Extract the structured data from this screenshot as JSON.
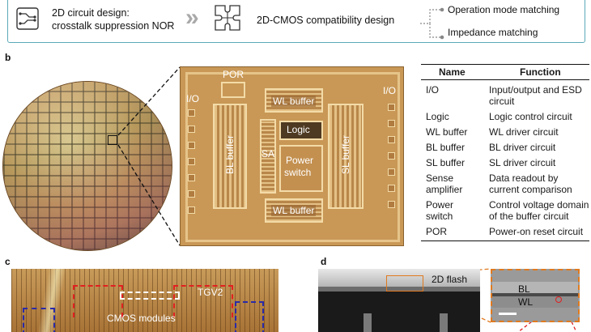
{
  "banner": {
    "step1": "2D circuit design:",
    "step1b": "crosstalk suppression NOR",
    "arrow": "»",
    "step2": "2D-CMOS compatibility design",
    "matching": [
      "Operation mode matching",
      "Impedance matching"
    ]
  },
  "panels": {
    "b": "b",
    "c": "c",
    "d": "d"
  },
  "chip": {
    "por": "POR",
    "io_left": "I/O",
    "io_right": "I/O",
    "wl_top": "WL buffer",
    "wl_bottom": "WL buffer",
    "logic": "Logic",
    "bl": "BL buffer",
    "sa": "SA",
    "power": "Power",
    "power2": "switch",
    "sl": "SL buffer"
  },
  "table": {
    "headers": [
      "Name",
      "Function"
    ],
    "rows": [
      {
        "name": "I/O",
        "name2": "",
        "fn": "Input/output and ESD",
        "fn2": "circuit"
      },
      {
        "name": "Logic",
        "name2": "",
        "fn": "Logic control circuit",
        "fn2": ""
      },
      {
        "name": "WL buffer",
        "name2": "",
        "fn": "WL driver circuit",
        "fn2": ""
      },
      {
        "name": "BL buffer",
        "name2": "",
        "fn": "BL driver circuit",
        "fn2": ""
      },
      {
        "name": "SL buffer",
        "name2": "",
        "fn": "SL driver circuit",
        "fn2": ""
      },
      {
        "name": "Sense",
        "name2": "amplifier",
        "fn": "Data readout by",
        "fn2": "current comparison"
      },
      {
        "name": "Power",
        "name2": "switch",
        "fn": "Control voltage domain",
        "fn2": "of the buffer circuit"
      },
      {
        "name": "POR",
        "name2": "",
        "fn": "Power-on reset circuit",
        "fn2": ""
      }
    ]
  },
  "photo_c": {
    "tgv": "TGV2",
    "cmos": "CMOS modules"
  },
  "photo_d": {
    "flash": "2D flash",
    "bl": "BL",
    "wl": "WL"
  }
}
